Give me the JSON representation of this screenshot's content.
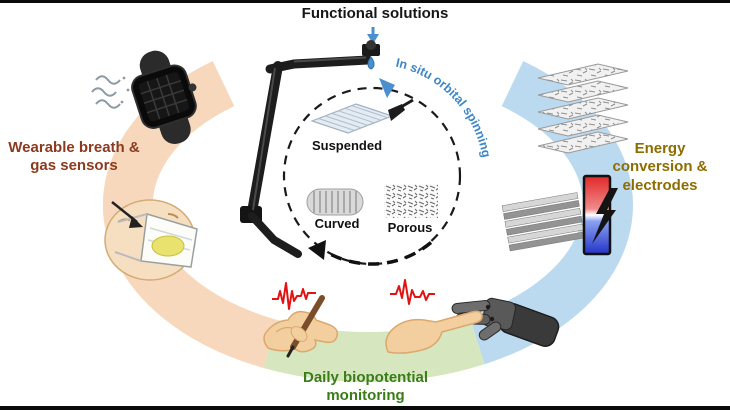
{
  "labels": {
    "title": "Functional solutions",
    "spinning": "In situ orbital spinning",
    "suspended": "Suspended",
    "curved": "Curved",
    "porous": "Porous",
    "wearable": "Wearable breath & gas sensors",
    "energy": "Energy conversion & electrodes",
    "biopotential": "Daily biopotential monitoring"
  },
  "colors": {
    "ring_left": "#f8d8bd",
    "ring_bottom": "#d6e7c0",
    "ring_right": "#bcdaef",
    "wearable_text": "#8b3a1f",
    "energy_text": "#8e6d00",
    "biopotential_text": "#3a7c18",
    "spinning_text": "#3e86c8",
    "droplet": "#4a8fd0",
    "ecg": "#e21313",
    "voltage_top": "#e02828",
    "voltage_bottom": "#2434c8",
    "bolt": "#141414"
  },
  "icons": [
    "spinning-apparatus-icon",
    "droplet-icon",
    "feed-arrow-icon",
    "suspended-membrane-icon",
    "curved-fiber-icon",
    "porous-membrane-icon",
    "rotation-dashed-circle",
    "rotation-arrow-icon",
    "spinning-direction-arrow-icon",
    "smartwatch-icon",
    "breath-waves-icon",
    "face-mask-icon",
    "mask-arrow-icon",
    "hand-pen-icon",
    "ecg-waveform-left-icon",
    "ecg-waveform-right-icon",
    "human-robot-hands-icon",
    "nanofiber-stack-icon",
    "electrode-stack-icon",
    "voltage-bar-icon",
    "lightning-bolt-icon"
  ]
}
